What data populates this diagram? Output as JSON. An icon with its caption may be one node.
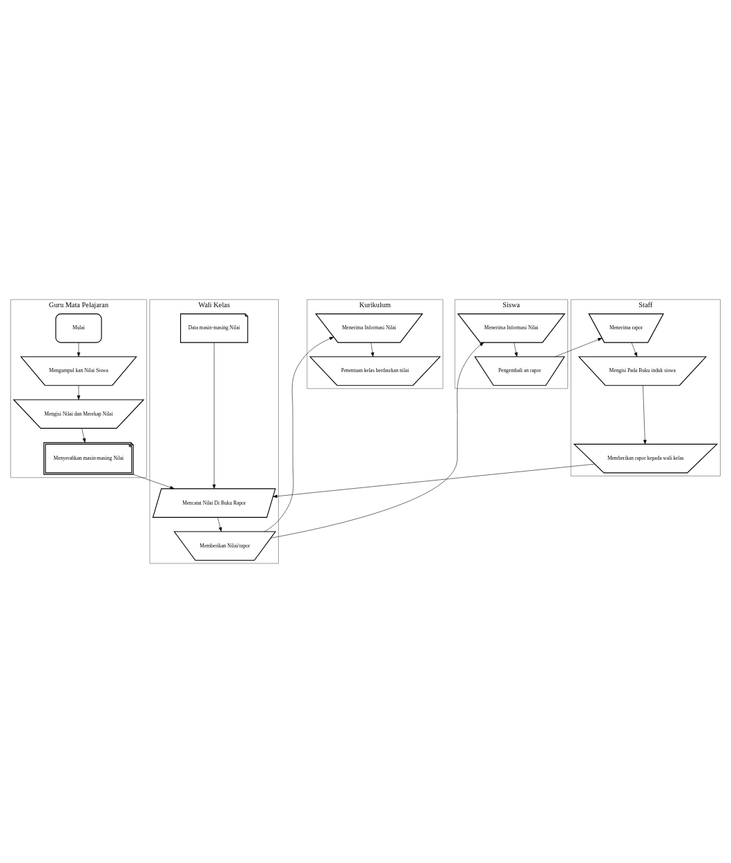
{
  "diagram": {
    "nodes": [
      {
        "text": [
          "Guru Mata Pelajaran"
        ]
      },
      {
        "text": [
          "Mulai"
        ],
        "in": 0
      },
      {
        "text": [
          "Mengumpul kan Nilai Siswa"
        ],
        "in": 0
      },
      {
        "text": [
          "Mengisi Nilai dan Merekap Nilai"
        ],
        "in": 0
      },
      {
        "text": [
          "Menyerahkan masin-masing Nilai"
        ],
        "in": 0
      },
      {
        "text": [
          "Wali Kelas"
        ]
      },
      {
        "text": [
          "Data masin-masing Nilai"
        ],
        "in": 5
      },
      {
        "text": [
          "Mencatat Nilai Di Buku Rapor"
        ],
        "in": 5
      },
      {
        "text": [
          "Memberikan Nilai/rapor"
        ],
        "in": 5
      },
      {
        "text": [
          "Kurikulum"
        ]
      },
      {
        "text": [
          "Menerima Informasi Nilai"
        ],
        "in": 9
      },
      {
        "text": [
          "Penentuan kelas berdasrkan nilai"
        ],
        "in": 9
      },
      {
        "text": [
          "Siswa"
        ]
      },
      {
        "text": [
          "Menerima Informasi Nilai"
        ],
        "in": 12
      },
      {
        "text": [
          "Pengembali an rapor"
        ],
        "in": 12
      },
      {
        "text": [
          "Staff"
        ]
      },
      {
        "text": [
          "Menerima rapor"
        ],
        "in": 15
      },
      {
        "text": [
          "Mengisi Pada Buku induk siswa"
        ],
        "in": 15
      },
      {
        "text": [
          "Memberikan rapor kepada wali kelas"
        ],
        "in": 15
      }
    ],
    "edges": [
      {
        "from": 1,
        "to": 2,
        "arrow": "to"
      },
      {
        "from": 2,
        "to": 3,
        "arrow": "to"
      },
      {
        "from": 3,
        "to": 4,
        "arrow": "to"
      },
      {
        "from": 4,
        "to": 7,
        "arrow": "to"
      },
      {
        "from": 6,
        "to": 7,
        "arrow": "to"
      },
      {
        "from": 7,
        "to": 8,
        "arrow": "to"
      },
      {
        "from": 8,
        "to": 10,
        "arrow": "to"
      },
      {
        "from": 8,
        "to": 13,
        "arrow": "to"
      },
      {
        "from": 10,
        "to": 11,
        "arrow": "to"
      },
      {
        "from": 13,
        "to": 14,
        "arrow": "to"
      },
      {
        "from": 14,
        "to": 16,
        "arrow": "to"
      },
      {
        "from": 16,
        "to": 17,
        "arrow": "to"
      },
      {
        "from": 17,
        "to": 18,
        "arrow": "to"
      },
      {
        "from": 18,
        "to": 7,
        "arrow": "to"
      }
    ]
  }
}
